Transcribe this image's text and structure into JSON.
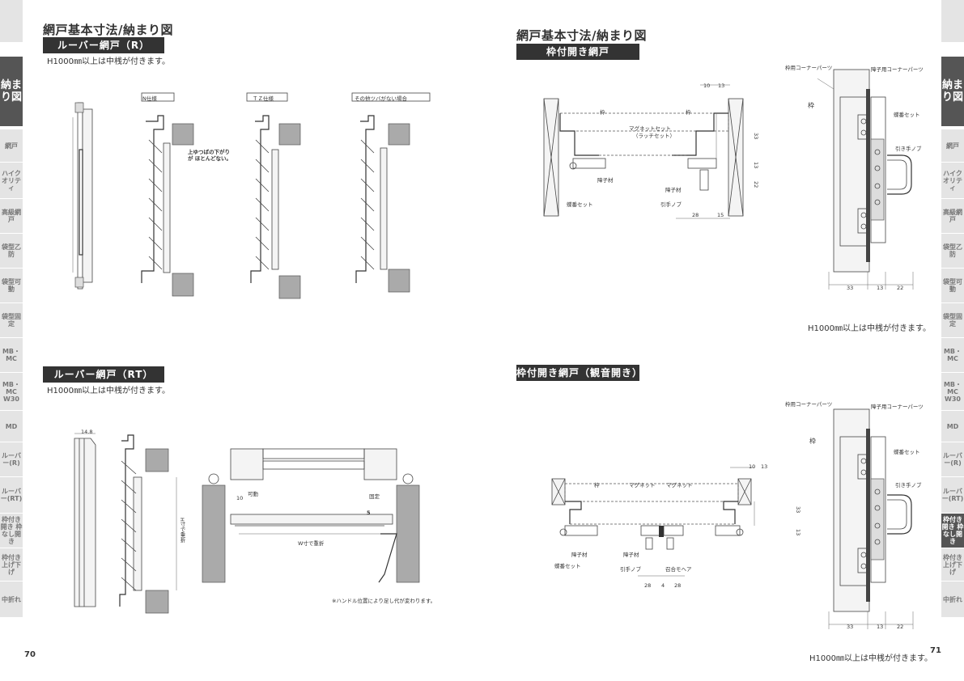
{
  "left_page": {
    "title": "網戸基本寸法/納まり図",
    "section_r": {
      "label": "ルーバー網戸（R）",
      "note": "H1000㎜以上は中桟が付きます。",
      "variant_n": "N仕様",
      "variant_tz": "ＴＺ仕様",
      "variant_other": "その他ツバがない場合",
      "callout": "上ゆつばの下がりが ほとんどない。"
    },
    "section_rt": {
      "label": "ルーバー網戸（RT）",
      "note": "H1000㎜以上は中桟が付きます。",
      "dim_148": "14.8",
      "dim_10": "10",
      "movable": "可動",
      "fixed": "固定",
      "dim_5": "5",
      "h_label": "H寸で重折",
      "w_label": "W寸で重折",
      "footnote": "※ハンドル位置により足し代が変わります。"
    },
    "page_number": "70"
  },
  "right_page": {
    "title": "網戸基本寸法/納まり図",
    "section_a": {
      "label": "枠付開き網戸",
      "labels": {
        "frame1": "枠",
        "frame2": "枠",
        "magnet_set": "マグネットセット",
        "latch_set": "（ラッチセット）",
        "sash_left": "障子材",
        "sash_right": "障子材",
        "hinge_set": "蝶番セット",
        "pull_knob": "引手ノブ"
      },
      "dims": {
        "d10": "10",
        "d13": "13",
        "d33": "33",
        "d13v": "13",
        "d22": "22",
        "d28": "28",
        "d15": "15"
      },
      "side": {
        "frame_corner": "枠用コーナーパーツ",
        "sash_corner": "障子用コーナーパーツ",
        "frame": "枠",
        "hinge_set": "蝶番セット",
        "pull_knob": "引き手ノブ",
        "d33": "33",
        "d13": "13",
        "d22": "22"
      },
      "note": "H1000㎜以上は中桟が付きます。"
    },
    "section_b": {
      "label": "枠付開き網戸（観音開き）",
      "labels": {
        "frame": "枠",
        "magnet1": "マグネット",
        "magnet2": "マグネット",
        "sash_left": "障子材",
        "sash_right": "障子材",
        "hinge_set": "蝶番セット",
        "pull_knob": "引手ノブ",
        "mohair": "召合モヘア"
      },
      "dims": {
        "d10": "10",
        "d13": "13",
        "d33": "33",
        "d13v": "13",
        "d28a": "28",
        "d4": "4",
        "d28b": "28"
      },
      "side": {
        "frame_corner": "枠用コーナーパーツ",
        "sash_corner": "障子用コーナーパーツ",
        "frame": "枠",
        "hinge_set": "蝶番セット",
        "pull_knob": "引き手ノブ",
        "d33": "33",
        "d13": "13",
        "d22": "22"
      },
      "note": "H1000㎜以上は中桟が付きます。"
    },
    "page_number": "71"
  },
  "side_tabs_left": [
    {
      "label": "納まり図",
      "active": true
    },
    {
      "label": "網戸"
    },
    {
      "label": "ハイクオリティ"
    },
    {
      "label": "高級網戸"
    },
    {
      "label": "袋型乙防"
    },
    {
      "label": "袋型可動"
    },
    {
      "label": "袋型固定"
    },
    {
      "label": "MB・MC"
    },
    {
      "label": "MB・MC W30"
    },
    {
      "label": "MD"
    },
    {
      "label": "ルーバー(R)"
    },
    {
      "label": "ルーバー(RT)"
    },
    {
      "label": "枠付き開き 枠なし開き"
    },
    {
      "label": "枠付き上げ下げ"
    },
    {
      "label": "中折れ"
    }
  ],
  "side_tabs_right": [
    {
      "label": "納まり図",
      "active": true
    },
    {
      "label": "網戸"
    },
    {
      "label": "ハイクオリティ"
    },
    {
      "label": "高級網戸"
    },
    {
      "label": "袋型乙防"
    },
    {
      "label": "袋型可動"
    },
    {
      "label": "袋型固定"
    },
    {
      "label": "MB・MC"
    },
    {
      "label": "MB・MC W30"
    },
    {
      "label": "MD"
    },
    {
      "label": "ルーバー(R)"
    },
    {
      "label": "ルーバー(RT)"
    },
    {
      "label": "枠付き開き 枠なし開き",
      "active": true
    },
    {
      "label": "枠付き上げ下げ"
    },
    {
      "label": "中折れ"
    }
  ]
}
